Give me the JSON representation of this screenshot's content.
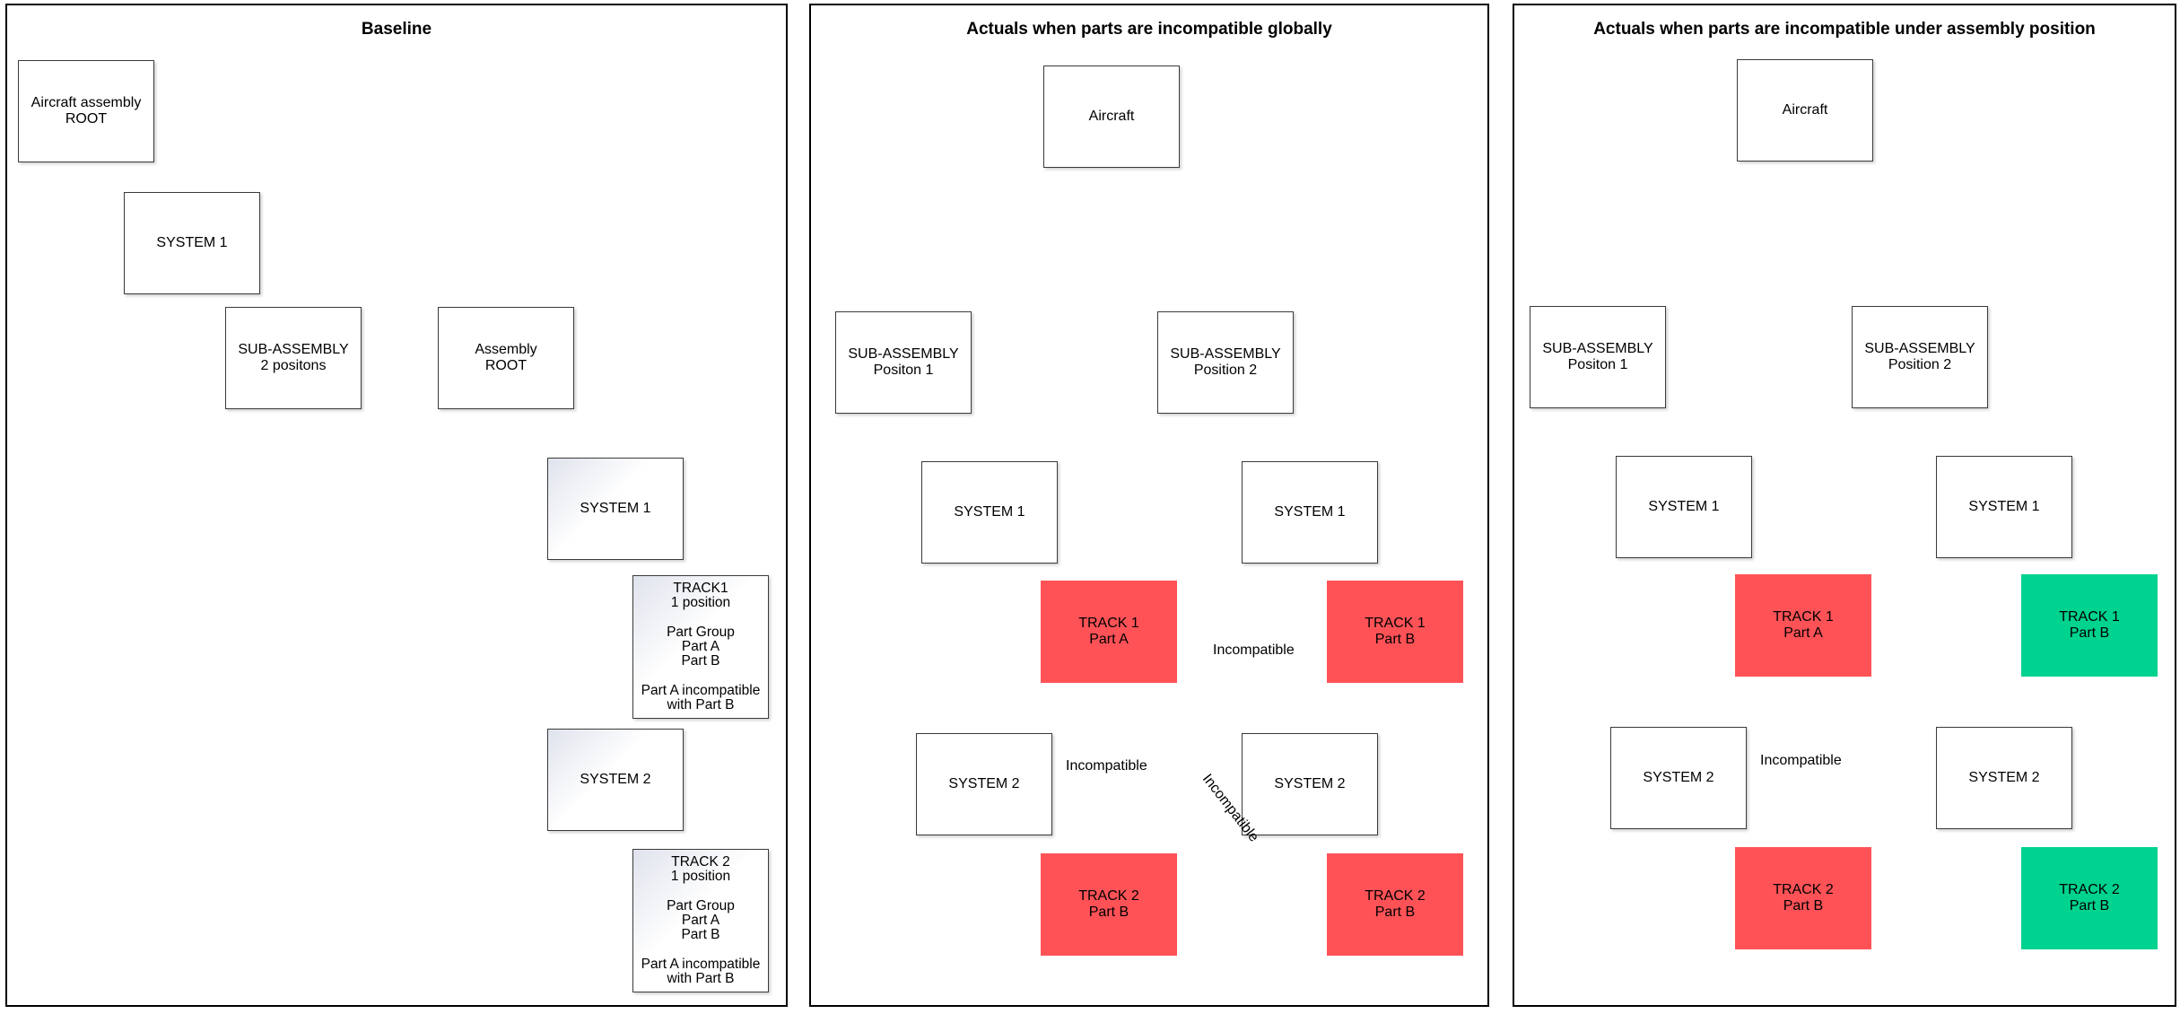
{
  "panels": [
    {
      "title": "Baseline",
      "nodes": {
        "aircraft_assembly_root": "Aircraft assembly\nROOT",
        "system1_top": "SYSTEM 1",
        "sub_assembly": "SUB-ASSEMBLY\n2 positons",
        "assembly_root": "Assembly\nROOT",
        "system1": "SYSTEM 1",
        "track1": "TRACK1\n1 position\n\nPart Group\nPart A\nPart B\n\nPart A incompatible\nwith Part B",
        "system2": "SYSTEM 2",
        "track2": "TRACK 2\n1 position\n\nPart Group\nPart A\nPart B\n\nPart A incompatible\nwith Part B"
      }
    },
    {
      "title": "Actuals when parts are incompatible globally",
      "nodes": {
        "aircraft": "Aircraft",
        "sub_pos1": "SUB-ASSEMBLY\nPositon 1",
        "sub_pos2": "SUB-ASSEMBLY\nPosition 2",
        "p1_system1": "SYSTEM 1",
        "p1_track1": "TRACK 1\nPart A",
        "p1_system2": "SYSTEM 2",
        "p1_track2": "TRACK 2\nPart B",
        "p2_system1": "SYSTEM 1",
        "p2_track1": "TRACK 1\nPart B",
        "p2_system2": "SYSTEM 2",
        "p2_track2": "TRACK 2\nPart B"
      },
      "labels": [
        "Incompatible",
        "Incompatible",
        "Incompatible"
      ]
    },
    {
      "title": "Actuals when parts are incompatible under assembly position",
      "nodes": {
        "aircraft": "Aircraft",
        "sub_pos1": "SUB-ASSEMBLY\nPositon 1",
        "sub_pos2": "SUB-ASSEMBLY\nPosition 2",
        "p1_system1": "SYSTEM 1",
        "p1_track1": "TRACK 1\nPart A",
        "p1_system2": "SYSTEM 2",
        "p1_track2": "TRACK 2\nPart B",
        "p2_system1": "SYSTEM 1",
        "p2_track1": "TRACK 1\nPart B",
        "p2_system2": "SYSTEM 2",
        "p2_track2": "TRACK 2\nPart B"
      },
      "labels": [
        "Incompatible"
      ]
    }
  ],
  "colors": {
    "incompatible": "#ff5257",
    "compatible": "#00d28f",
    "node_border": "#3a3a3a"
  }
}
